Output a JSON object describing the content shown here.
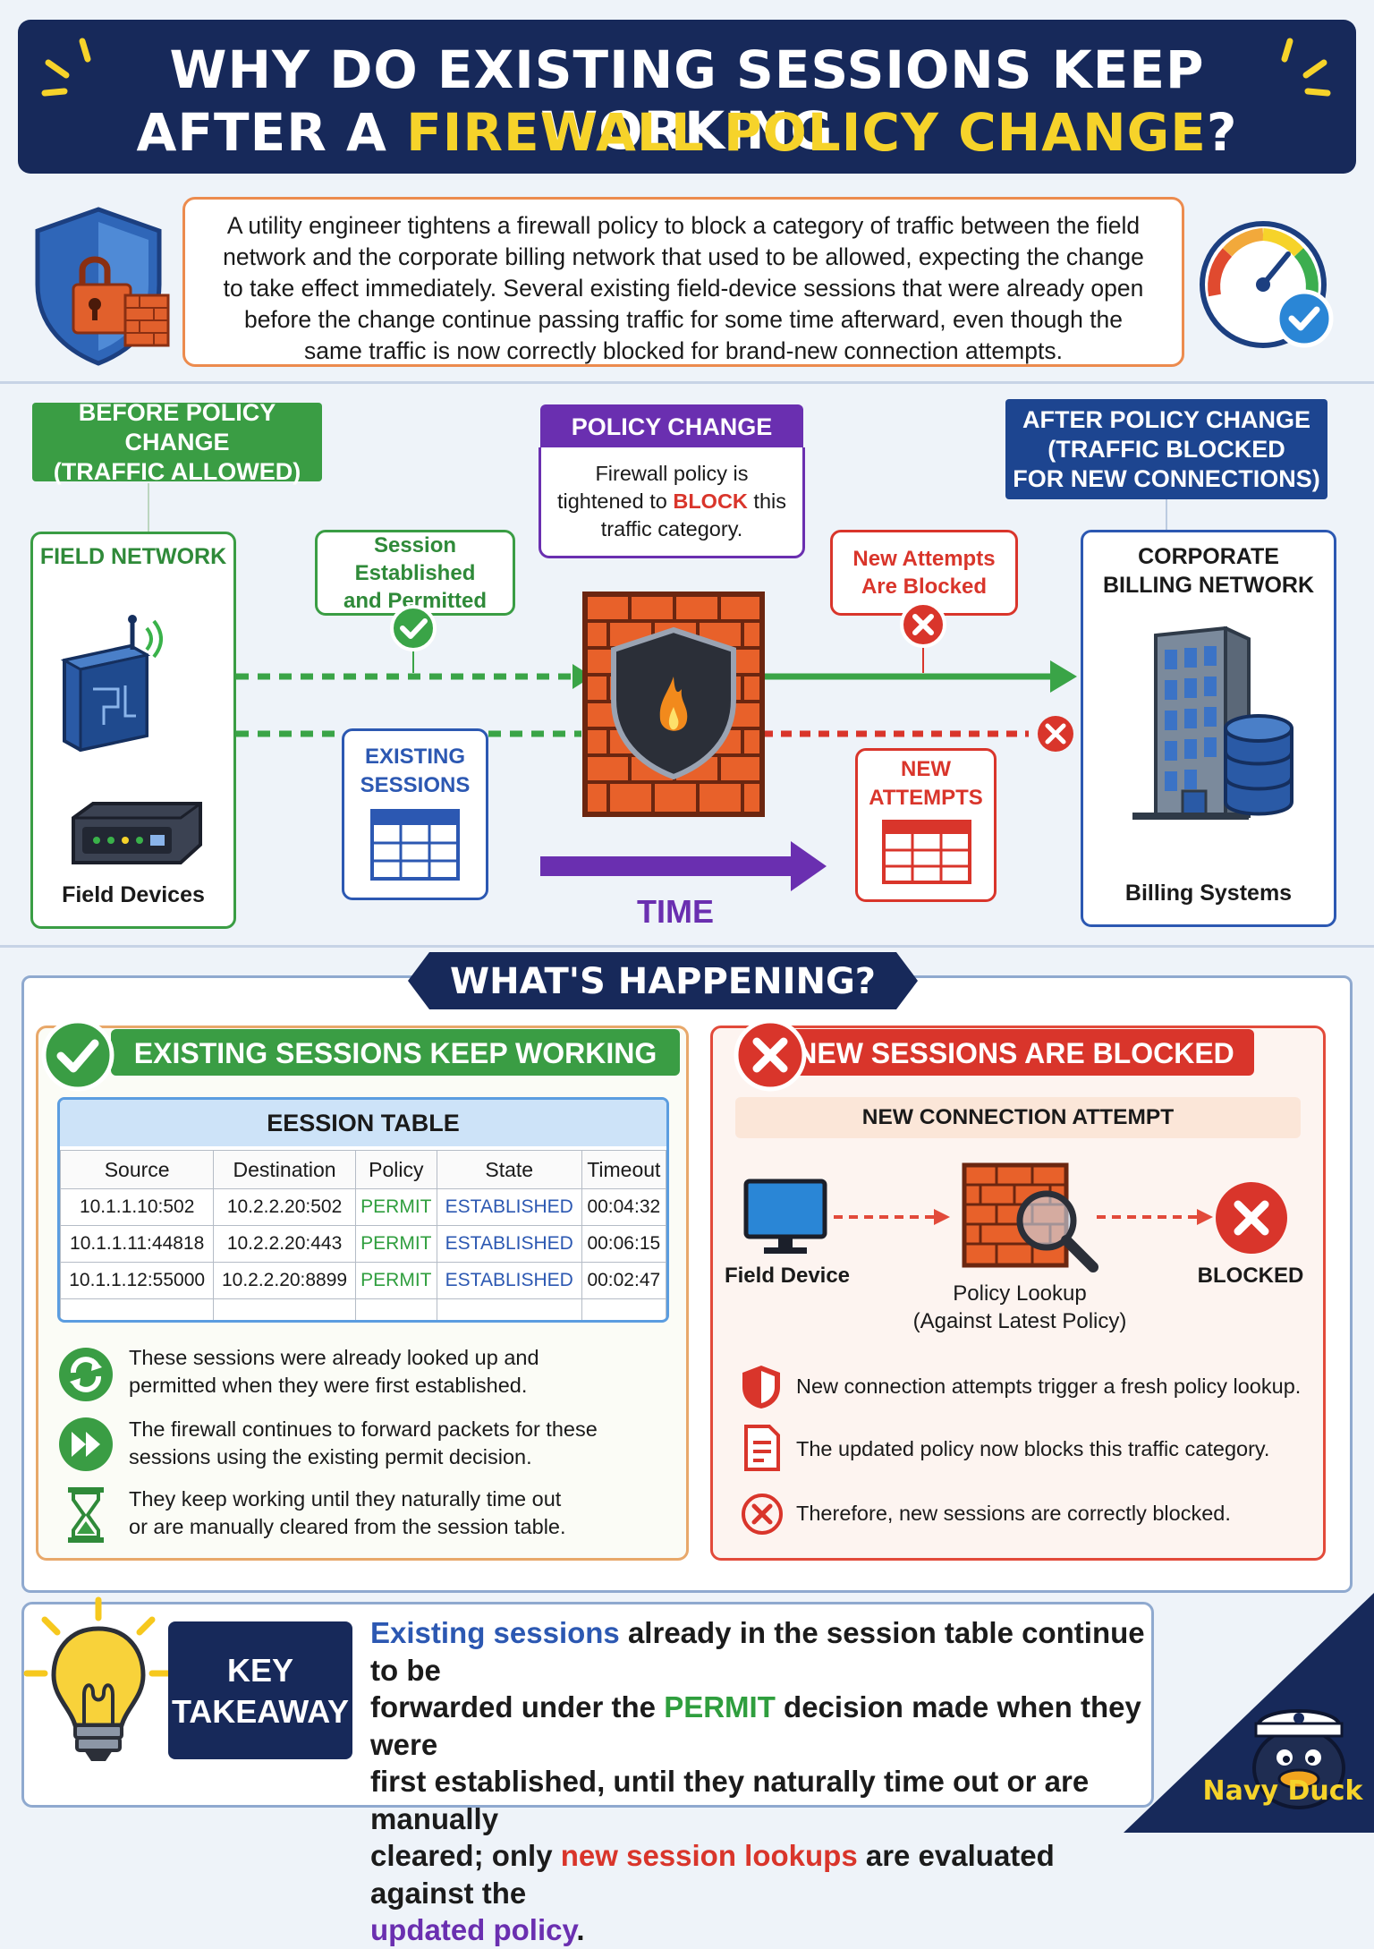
{
  "title": {
    "line1": "WHY DO EXISTING SESSIONS KEEP WORKING",
    "line2_pre": "AFTER A ",
    "line2_hl": "FIREWALL POLICY CHANGE",
    "line2_post": "?"
  },
  "intro": "A utility engineer tightens a firewall policy to block a category of traffic between the field network and the corporate billing network that used to be allowed, expecting the change to take effect immediately. Several existing field-device sessions that were already open before the change continue passing traffic for some time afterward, even though the same traffic is now correctly blocked for brand-new connection attempts.",
  "diagram": {
    "before_banner": {
      "line1": "BEFORE POLICY CHANGE",
      "line2": "(TRAFFIC ALLOWED)"
    },
    "policy_banner": "POLICY CHANGE",
    "policy_text": {
      "pre": "Firewall policy is tightened to ",
      "hl": "BLOCK",
      "post": " this traffic category."
    },
    "after_banner": {
      "line1": "AFTER POLICY CHANGE",
      "line2": "(TRAFFIC BLOCKED",
      "line3": "FOR NEW CONNECTIONS)"
    },
    "field_network_label": "FIELD NETWORK",
    "field_devices_label": "Field Devices",
    "session_established": {
      "line1": "Session Established",
      "line2": "and Permitted"
    },
    "new_attempts_blocked": {
      "line1": "New Attempts",
      "line2": "Are Blocked"
    },
    "existing_sessions": {
      "line1": "EXISTING",
      "line2": "SESSIONS"
    },
    "new_attempts": {
      "line1": "NEW",
      "line2": "ATTEMPTS"
    },
    "time_label": "TIME",
    "corporate_label": {
      "line1": "CORPORATE",
      "line2": "BILLING NETWORK"
    },
    "billing_label": "Billing Systems"
  },
  "whats_happening": "WHAT'S HAPPENING?",
  "left_panel": {
    "heading": "EXISTING SESSIONS KEEP WORKING",
    "table_title": "EESSION TABLE",
    "columns": [
      "Source",
      "Destination",
      "Policy",
      "State",
      "Timeout"
    ],
    "rows": [
      [
        "10.1.1.10:502",
        "10.2.2.20:502",
        "PERMIT",
        "ESTABLISHED",
        "00:04:32"
      ],
      [
        "10.1.1.11:44818",
        "10.2.2.20:443",
        "PERMIT",
        "ESTABLISHED",
        "00:06:15"
      ],
      [
        "10.1.1.12:55000",
        "10.2.2.20:8899",
        "PERMIT",
        "ESTABLISHED",
        "00:02:47"
      ],
      [
        "...",
        "...",
        "...",
        "...",
        "..."
      ]
    ],
    "bullets": [
      {
        "icon": "refresh-icon",
        "line1": "These sessions were already looked up and",
        "line2": "permitted when they were first established."
      },
      {
        "icon": "fast-forward-icon",
        "line1": "The firewall continues to forward packets for these",
        "line2": "sessions using the existing permit decision."
      },
      {
        "icon": "hourglass-icon",
        "line1": "They keep working until they naturally time out",
        "line2": "or are manually cleared from the session table."
      }
    ]
  },
  "right_panel": {
    "heading": "NEW SESSIONS ARE BLOCKED",
    "subheading": "NEW CONNECTION ATTEMPT",
    "field_device": "Field Device",
    "policy_lookup": {
      "line1": "Policy Lookup",
      "line2": "(Against Latest Policy)"
    },
    "blocked": "BLOCKED",
    "bullets": [
      {
        "icon": "shield-icon",
        "text": "New connection attempts trigger a fresh policy lookup."
      },
      {
        "icon": "document-icon",
        "text": "The updated policy now blocks this traffic category."
      },
      {
        "icon": "x-circle-icon",
        "text": "Therefore, new sessions are correctly blocked."
      }
    ]
  },
  "key_takeaway": {
    "label_line1": "KEY",
    "label_line2": "TAKEAWAY",
    "line1": {
      "blue": "Existing sessions",
      "rest": " already in the session table continue to be"
    },
    "line2": {
      "pre": "forwarded under the ",
      "green": "PERMIT",
      "post": " decision made when they were"
    },
    "line3": "first established, until they naturally time out or are manually",
    "line4": {
      "pre": "cleared; only ",
      "red": "new session lookups",
      "post": " are evaluated against the"
    },
    "line5": {
      "purple": "updated policy",
      "post": "."
    }
  },
  "brand": "Navy Duck",
  "colors": {
    "navy": "#17295a",
    "green": "#2f9e3e",
    "red": "#d9352b",
    "purple": "#6a2fb0",
    "blue": "#2c58b2",
    "orange": "#ec8b4e",
    "yellow": "#f6d32a"
  }
}
